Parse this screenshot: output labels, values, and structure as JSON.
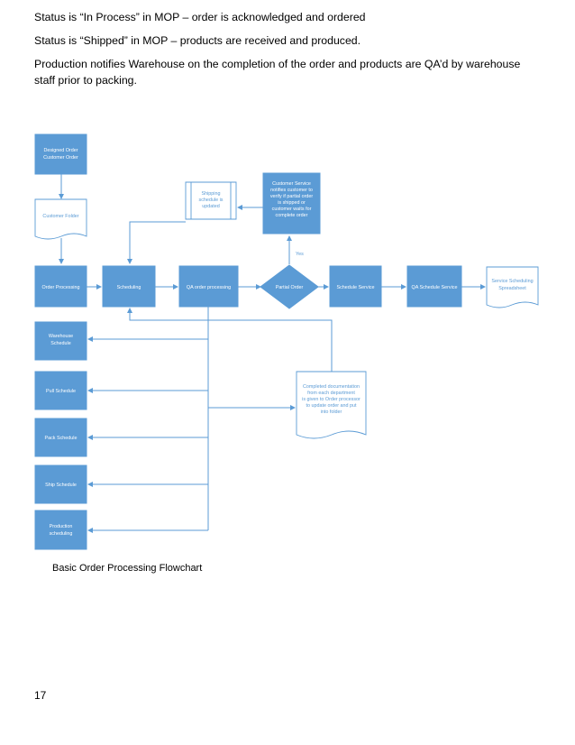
{
  "text": {
    "line1": "Status is “In Process” in MOP – order is acknowledged and ordered",
    "line2": "Status is “Shipped” in MOP – products are received and produced.",
    "line3": "Production notifies Warehouse on the completion of the order and products are QA’d by warehouse staff prior to packing."
  },
  "flowchart": {
    "designed_order": [
      "Designed Order",
      "Customer Order"
    ],
    "customer_folder": "Customer Folder",
    "order_processing": "Order Processing",
    "scheduling": "Scheduling",
    "qa_order_processing": "QA order processing",
    "partial_order": "Partial Order",
    "schedule_service": "Schedule Service",
    "qa_schedule_service": "QA Schedule Service",
    "service_spreadsheet": [
      "Service Scheduling",
      "Spreadsheet"
    ],
    "shipping_schedule": [
      "Shipping",
      "schedule is",
      "updated"
    ],
    "customer_service": [
      "Customer Service",
      "notifies customer to",
      "verify if partial order",
      "is shipped or",
      "customer waits for",
      "complete order"
    ],
    "yes_label": "Yes",
    "warehouse_schedule": [
      "Warehouse",
      "Schedule"
    ],
    "pull_schedule": "Pull Schedule",
    "pack_schedule": "Pack Schedule",
    "ship_schedule": "Ship Schedule",
    "production_scheduling": [
      "Production",
      "scheduling"
    ],
    "completed_docs": [
      "Completed documentation",
      "from each department",
      "is given to Order processor",
      "to update order and put",
      "into folder"
    ]
  },
  "caption": "Basic Order Processing Flowchart",
  "page_number": "17",
  "colors": {
    "accent": "#5b9bd5"
  }
}
